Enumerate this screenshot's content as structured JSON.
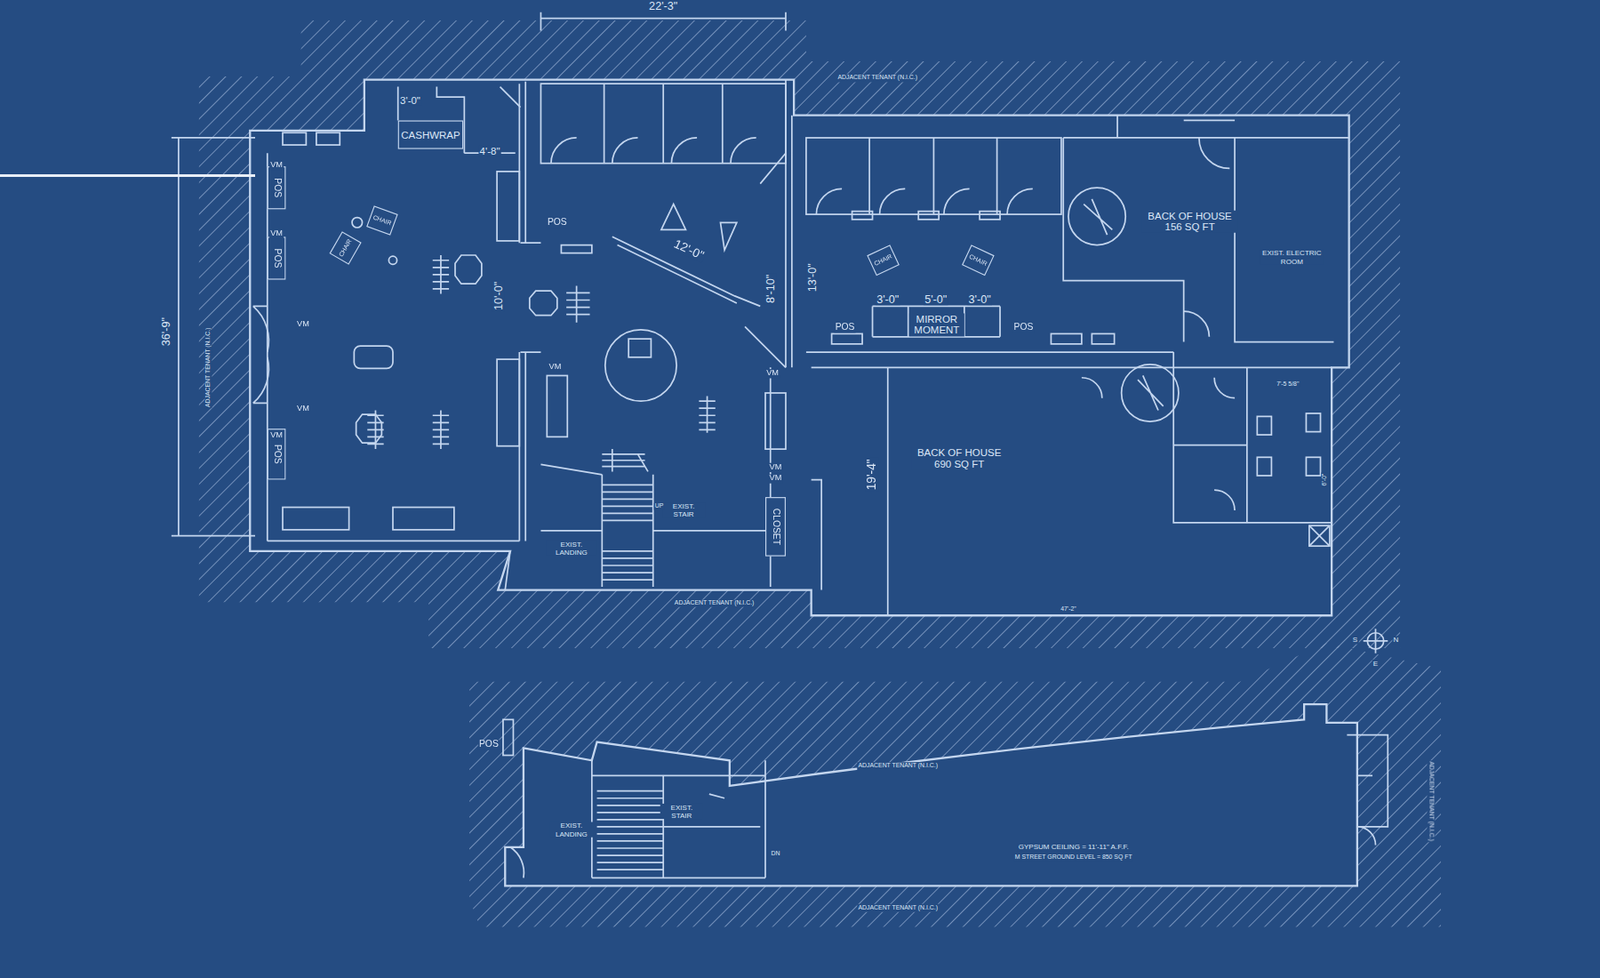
{
  "diagram": {
    "nodes": [
      {
        "text": [
          "CASHWRAP"
        ]
      },
      {
        "text": [
          "POS"
        ]
      },
      {
        "text": [
          "POS"
        ]
      },
      {
        "text": [
          "POS"
        ]
      },
      {
        "text": [
          "CHAIR"
        ]
      },
      {
        "text": [
          "CHAIR"
        ]
      },
      {
        "text": [
          "CHAIR"
        ]
      },
      {
        "text": [
          "CHAIR"
        ]
      },
      {
        "text": [
          "CLOSET"
        ]
      }
    ],
    "labels": [
      "22'-3\"",
      "3'-0\"",
      "4'-8\"",
      "VM",
      "VM",
      "VM",
      "VM",
      "VM",
      "36'-9\"",
      "10'-0\"",
      "POS",
      "12'-0\"",
      "8'-10\"",
      "VM",
      "VM",
      "VM",
      "VM",
      "EXIST. STAIR",
      "UP",
      "EXIST. LANDING",
      "13'-0\"",
      "3'-0\"",
      "5'-0\"",
      "3'-0\"",
      "MIRROR MOMENT",
      "POS",
      "POS",
      "BACK OF HOUSE 156 SQ FT",
      "EXIST. ELECTRIC ROOM",
      "19'-4\"",
      "BACK OF HOUSE 690 SQ FT",
      "7'-5 5/8\"",
      "6'-0\"",
      "ADJACENT TENANT (N.I.C.)",
      "ADJACENT TENANT (N.I.C.)",
      "47'-2\"",
      "ADJACENT TENANT (N.I.C.)",
      "N",
      "S",
      "E",
      "POS",
      "EXIST. LANDING",
      "EXIST. STAIR",
      "DN",
      "ADJACENT TENANT (N.I.C.)",
      "ADJACENT TENANT (N.I.C.)",
      "ADJACENT TENANT (N.I.C.)",
      "GYPSUM CEILING = 11'-11\" A.F.F.",
      "M STREET GROUND LEVEL = 850 SQ FT"
    ]
  }
}
